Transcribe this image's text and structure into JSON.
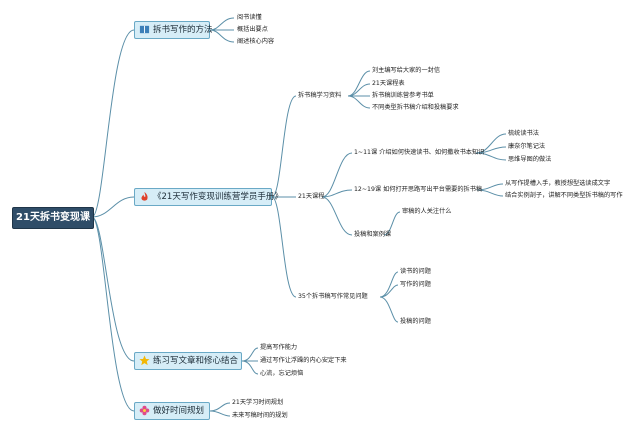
{
  "root": "21天拆书变现课",
  "branches": {
    "b1": {
      "label": "拆书写作的方法",
      "icon": "book-icon",
      "items": [
        "阅书读懂",
        "概括出要点",
        "阐述核心内容"
      ]
    },
    "b2": {
      "label": "《21天写作变现训练营学员手册》",
      "icon": "fire-icon",
      "sub1": {
        "label": "拆书稿学习资料",
        "items": [
          "刘主编写给大家的一封信",
          "21天课程表",
          "拆书稿训练营参考书单",
          "不同类型拆书稿介绍和投稿要求"
        ]
      },
      "sub2": {
        "label": "21天课程",
        "l1": {
          "label": "1~11课 介绍如何快速读书、如何撒收书本知识",
          "items": [
            "梳统读书法",
            "康奈尔笔记法",
            "思维导图的做法"
          ]
        },
        "l2": {
          "label": "12~19课 如何打开思路写出平台需要的拆书稿",
          "items": [
            "从写作提槽入手，教授想型选读成文字",
            "结合实例剖子，讲解不同类型拆书稿的写作"
          ]
        },
        "l3": {
          "label": "投稿和案例课",
          "items": [
            "审稿的人关注什么"
          ]
        }
      },
      "sub3": {
        "label": "35个拆书稿写作常见问题",
        "items": [
          "读书的问题",
          "写作的问题",
          "投稿的问题"
        ]
      }
    },
    "b3": {
      "label": "练习写文章和修心结合",
      "icon": "star-icon",
      "items": [
        "提高写作能力",
        "通过写作让浮躁的内心安定下来",
        "心流，忘记烦恼"
      ]
    },
    "b4": {
      "label": "做好时间规划",
      "icon": "flower-icon",
      "items": [
        "21天学习时间规划",
        "未来写稿时间的规划"
      ]
    }
  },
  "colors": {
    "root": "#2f4d68",
    "branch_fill": "#d6edf7",
    "line": "#5b8fa8"
  }
}
